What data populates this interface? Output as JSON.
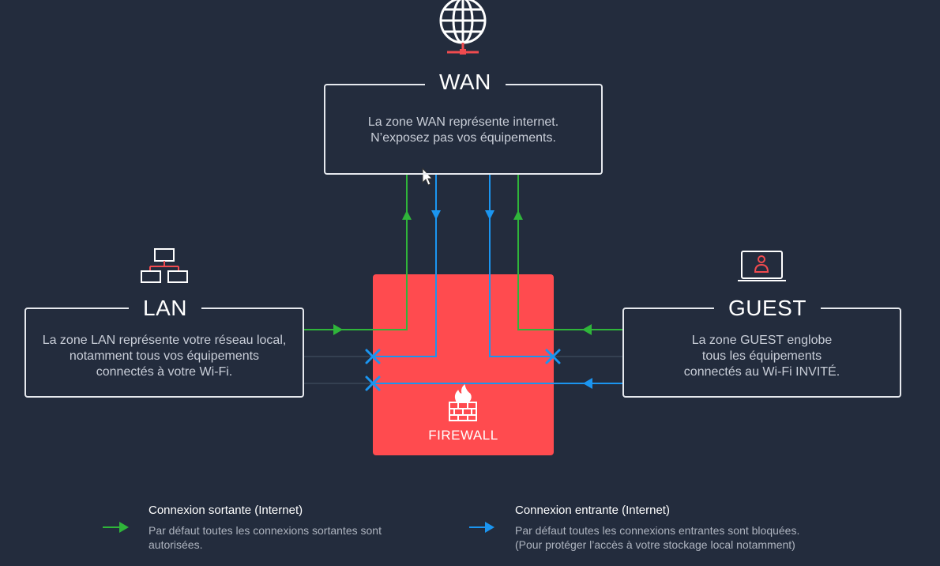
{
  "colors": {
    "background": "#232c3d",
    "outgoing": "#2fb53a",
    "incoming": "#1b95f0",
    "firewall": "#ff4b4f",
    "icon_accent": "#f04b4f"
  },
  "wan": {
    "title": "WAN",
    "lines": [
      "La zone WAN représente internet.",
      "N’exposez pas vos équipements."
    ],
    "icon": "globe-network-icon"
  },
  "lan": {
    "title": "LAN",
    "lines": [
      "La zone LAN représente votre réseau local,",
      "notamment tous vos équipements",
      "connectés à votre Wi-Fi."
    ],
    "icon": "network-tree-icon"
  },
  "guest": {
    "title": "GUEST",
    "lines": [
      "La zone GUEST englobe",
      "tous les équipements",
      "connectés au Wi-Fi INVITÉ."
    ],
    "icon": "laptop-user-icon"
  },
  "firewall": {
    "label": "FIREWALL",
    "icon": "firewall-icon"
  },
  "legend": {
    "outgoing": {
      "title": "Connexion sortante (Internet)",
      "lines": [
        "Par défaut toutes les connexions sortantes sont",
        "autorisées."
      ]
    },
    "incoming": {
      "title": "Connexion entrante (Internet)",
      "lines": [
        "Par défaut toutes les connexions entrantes sont bloquées.",
        "(Pour protéger l’accès à votre stockage local notamment)"
      ]
    }
  }
}
